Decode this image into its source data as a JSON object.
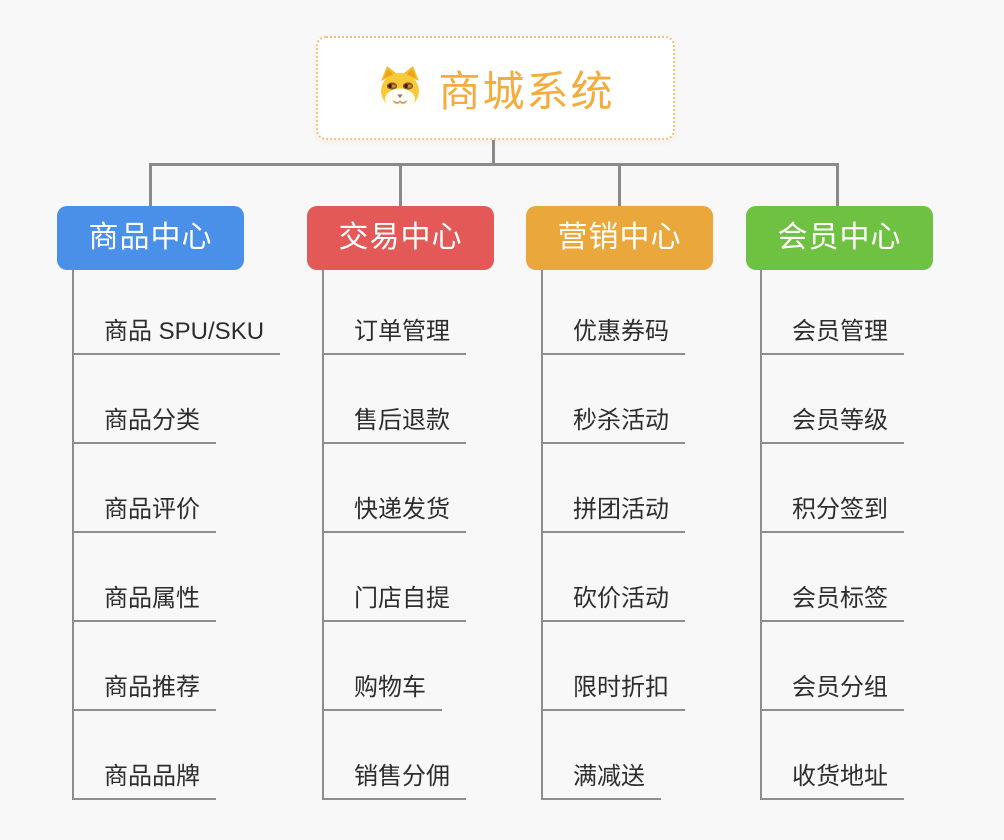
{
  "root": {
    "title": "商城系统",
    "icon": "dog-face-icon"
  },
  "colors": {
    "background": "#f8f8f8",
    "connector": "#8a8a8a",
    "root_text": "#f3ac3d",
    "root_border": "#f2c27e",
    "leaf_text": "#2d2d2d"
  },
  "branches": [
    {
      "label": "商品中心",
      "color": "#4a90e8",
      "children": [
        "商品 SPU/SKU",
        "商品分类",
        "商品评价",
        "商品属性",
        "商品推荐",
        "商品品牌"
      ]
    },
    {
      "label": "交易中心",
      "color": "#e25958",
      "children": [
        "订单管理",
        "售后退款",
        "快递发货",
        "门店自提",
        "购物车",
        "销售分佣"
      ]
    },
    {
      "label": "营销中心",
      "color": "#eaa83c",
      "children": [
        "优惠券码",
        "秒杀活动",
        "拼团活动",
        "砍价活动",
        "限时折扣",
        "满减送"
      ]
    },
    {
      "label": "会员中心",
      "color": "#6fc241",
      "children": [
        "会员管理",
        "会员等级",
        "积分签到",
        "会员标签",
        "会员分组",
        "收货地址"
      ]
    }
  ]
}
